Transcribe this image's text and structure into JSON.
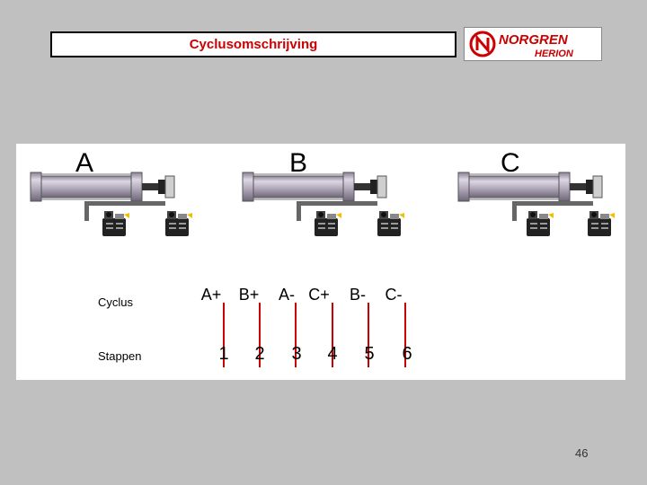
{
  "header": {
    "title": "Cyclusomschrijving",
    "logo_line1": "NORGREN",
    "logo_line2": "HERION"
  },
  "diagram": {
    "cylinders": [
      "A",
      "B",
      "C"
    ],
    "row_labels": {
      "cycle": "Cyclus",
      "steps": "Stappen"
    },
    "cycle": [
      "A+",
      "B+",
      "A-",
      "C+",
      "B-",
      "C-"
    ],
    "steps": [
      "1",
      "2",
      "3",
      "4",
      "5",
      "6"
    ]
  },
  "colors": {
    "title_text": "#cc0000",
    "step_lines": "#cc0000",
    "cylinder_body": "#b0a8b8",
    "slide_background": "#c0c0c0"
  },
  "footer": {
    "page_number": "46"
  }
}
